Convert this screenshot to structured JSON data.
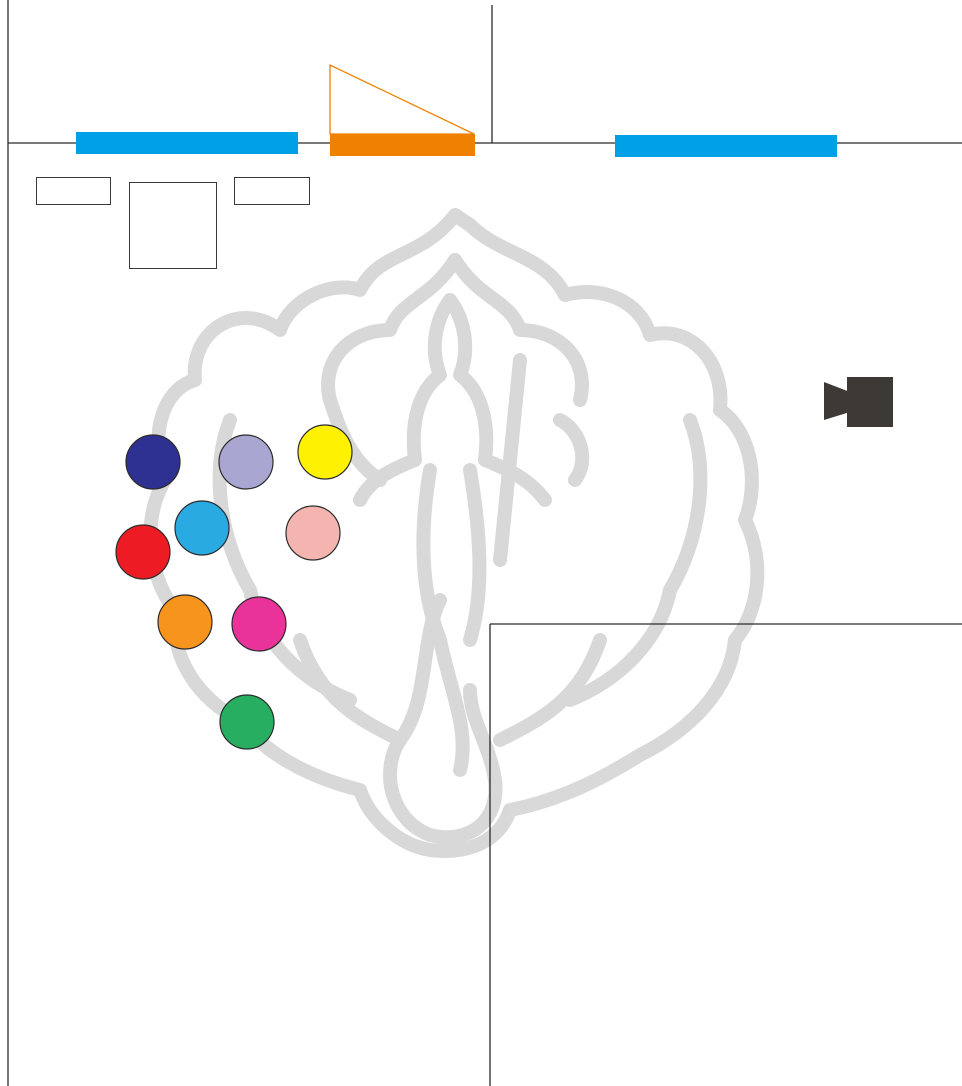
{
  "colors": {
    "line": "#2b2b2b",
    "bar_blue": "#00a0e6",
    "bar_orange": "#f08000",
    "triangle_outline": "#f08000",
    "watermark": "#c8c8c8",
    "camera": "#3d3935"
  },
  "icons": {
    "camera": "video-camera-icon",
    "watermark": "watermark-emblem"
  },
  "circles": [
    {
      "name": "navy-circle",
      "color": "#2e3192"
    },
    {
      "name": "lavender-circle",
      "color": "#a9a6d2"
    },
    {
      "name": "yellow-circle",
      "color": "#fff200"
    },
    {
      "name": "sky-blue-circle",
      "color": "#29abe2"
    },
    {
      "name": "pink-circle",
      "color": "#f4b5b0"
    },
    {
      "name": "red-circle",
      "color": "#ed1c24"
    },
    {
      "name": "orange-circle",
      "color": "#f7941d"
    },
    {
      "name": "magenta-circle",
      "color": "#e9339a"
    },
    {
      "name": "green-circle",
      "color": "#27ae60"
    }
  ]
}
